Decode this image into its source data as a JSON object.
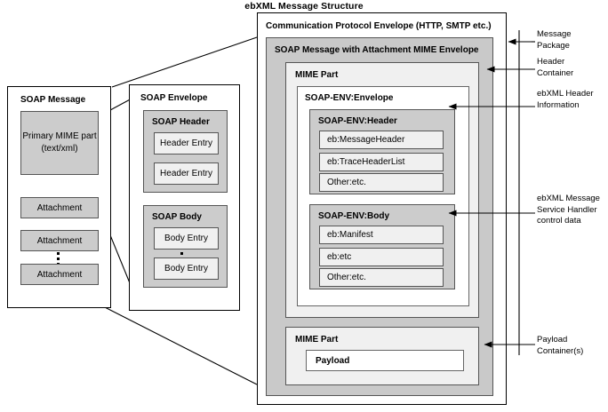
{
  "diagram": {
    "title": "ebXML Message Structure",
    "colors": {
      "fill_gray": "#cccccc",
      "fill_light": "#f0f0f0",
      "fill_white": "#ffffff",
      "stroke": "#000000"
    }
  },
  "soap_message": {
    "title": "SOAP Message",
    "primary_mime": {
      "line1": "Primary MIME part",
      "line2": "(text/xml)"
    },
    "attachments": [
      "Attachment",
      "Attachment",
      "Attachment"
    ]
  },
  "soap_envelope": {
    "title": "SOAP Envelope",
    "header": {
      "title": "SOAP Header",
      "entries": [
        "Header Entry",
        "Header Entry"
      ]
    },
    "body": {
      "title": "SOAP Body",
      "entries": [
        "Body Entry",
        "Body Entry"
      ]
    }
  },
  "communication_envelope": {
    "title": "Communication Protocol Envelope (HTTP, SMTP etc.)",
    "soap_mime_envelope": {
      "title": "SOAP Message with Attachment MIME Envelope",
      "mime_part_header": {
        "title": "MIME Part",
        "envelope": {
          "title": "SOAP-ENV:Envelope",
          "header": {
            "title": "SOAP-ENV:Header",
            "entries": [
              "eb:MessageHeader",
              "eb:TraceHeaderList",
              "Other:etc."
            ]
          },
          "body": {
            "title": "SOAP-ENV:Body",
            "entries": [
              "eb:Manifest",
              "eb:etc",
              "Other:etc."
            ]
          }
        }
      },
      "mime_part_payload": {
        "title": "MIME Part",
        "payload": "Payload"
      }
    }
  },
  "annotations": {
    "message_package": {
      "line1": "Message",
      "line2": "Package"
    },
    "header_container": {
      "line1": "Header",
      "line2": "Container"
    },
    "ebxml_header_information": {
      "line1": "ebXML Header",
      "line2": "Information"
    },
    "msh_control_data": {
      "line1": "ebXML Message",
      "line2": "Service Handler",
      "line3": "control data"
    },
    "payload_containers": {
      "line1": "Payload",
      "line2": "Container(s)"
    }
  }
}
